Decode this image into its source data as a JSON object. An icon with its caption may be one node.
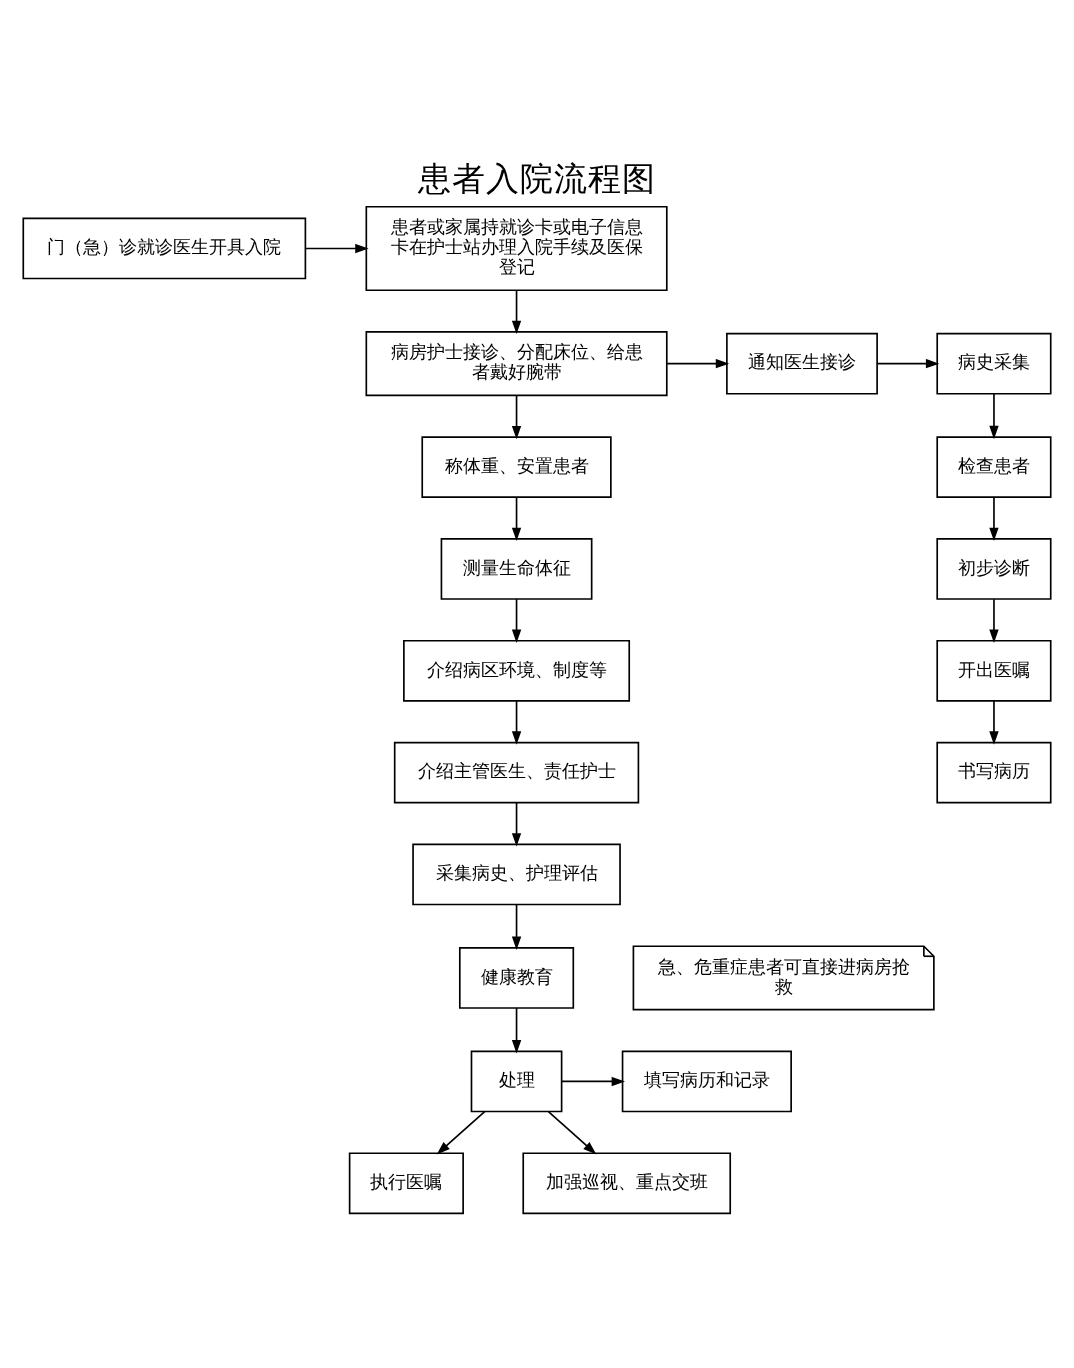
{
  "diagram": {
    "title": "患者入院流程图",
    "nodes": [
      {
        "text": [
          "门（急）诊就诊医生开具入院"
        ]
      },
      {
        "text": [
          "患者或家属持就诊卡或电子信息卡在护士站办理入院手续及医保登记"
        ]
      },
      {
        "text": [
          "病房护士接诊、分配床位、给患者戴好腕带"
        ]
      },
      {
        "text": [
          "通知医生接诊"
        ]
      },
      {
        "text": [
          "病史采集"
        ]
      },
      {
        "text": [
          "检查患者"
        ]
      },
      {
        "text": [
          "初步诊断"
        ]
      },
      {
        "text": [
          "开出医嘱"
        ]
      },
      {
        "text": [
          "书写病历"
        ]
      },
      {
        "text": [
          "称体重、安置患者"
        ]
      },
      {
        "text": [
          "测量生命体征"
        ]
      },
      {
        "text": [
          "介绍病区环境、制度等"
        ]
      },
      {
        "text": [
          "介绍主管医生、责任护士"
        ]
      },
      {
        "text": [
          "采集病史、护理评估"
        ]
      },
      {
        "text": [
          "健康教育"
        ]
      },
      {
        "text": [
          "处理"
        ]
      },
      {
        "text": [
          "执行医嘱"
        ]
      },
      {
        "text": [
          "填写病历和记录"
        ]
      },
      {
        "text": [
          "加强巡视、重点交班"
        ]
      },
      {
        "text": [
          "急、危重症患者可直接进病房抢救"
        ]
      }
    ],
    "edges": [
      {
        "from": 0,
        "to": 1,
        "arrow": "to"
      },
      {
        "from": 1,
        "to": 2,
        "arrow": "to"
      },
      {
        "from": 2,
        "to": 3,
        "arrow": "to"
      },
      {
        "from": 3,
        "to": 4,
        "arrow": "to"
      },
      {
        "from": 4,
        "to": 5,
        "arrow": "to"
      },
      {
        "from": 5,
        "to": 6,
        "arrow": "to"
      },
      {
        "from": 6,
        "to": 7,
        "arrow": "to"
      },
      {
        "from": 7,
        "to": 8,
        "arrow": "to"
      },
      {
        "from": 2,
        "to": 9,
        "arrow": "to"
      },
      {
        "from": 9,
        "to": 10,
        "arrow": "to"
      },
      {
        "from": 10,
        "to": 11,
        "arrow": "to"
      },
      {
        "from": 11,
        "to": 12,
        "arrow": "to"
      },
      {
        "from": 12,
        "to": 13,
        "arrow": "to"
      },
      {
        "from": 13,
        "to": 14,
        "arrow": "to"
      },
      {
        "from": 14,
        "to": 15,
        "arrow": "to"
      },
      {
        "from": 15,
        "to": 16,
        "arrow": "to"
      },
      {
        "from": 15,
        "to": 17,
        "arrow": "to"
      },
      {
        "from": 15,
        "to": 18,
        "arrow": "to"
      }
    ]
  }
}
